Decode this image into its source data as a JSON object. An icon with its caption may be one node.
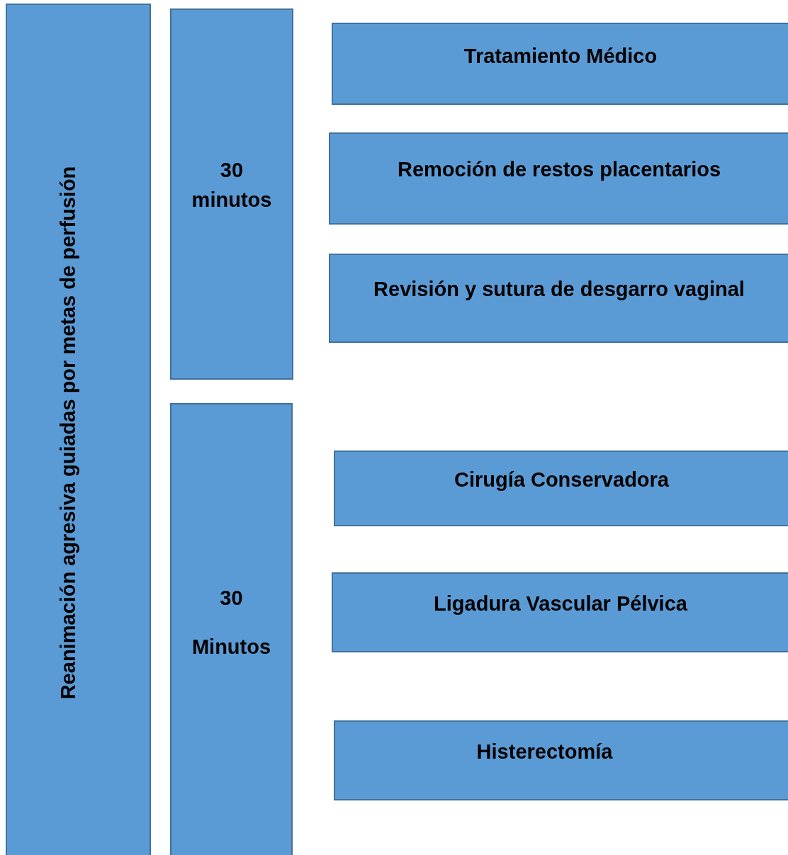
{
  "diagram": {
    "nodes": [
      {
        "text": [
          "Reanimación agresiva guiadas por metas de perfusión"
        ]
      },
      {
        "text": [
          "30 minutos"
        ]
      },
      {
        "text": [
          "30",
          "Minutos"
        ]
      },
      {
        "text": [
          "Tratamiento Médico"
        ]
      },
      {
        "text": [
          "Remoción de restos placentarios"
        ]
      },
      {
        "text": [
          "Revisión y sutura de desgarro vaginal"
        ]
      },
      {
        "text": [
          "Cirugía Conservadora"
        ]
      },
      {
        "text": [
          "Ligadura Vascular Pélvica"
        ]
      },
      {
        "text": [
          "Histerectomía"
        ]
      }
    ]
  }
}
